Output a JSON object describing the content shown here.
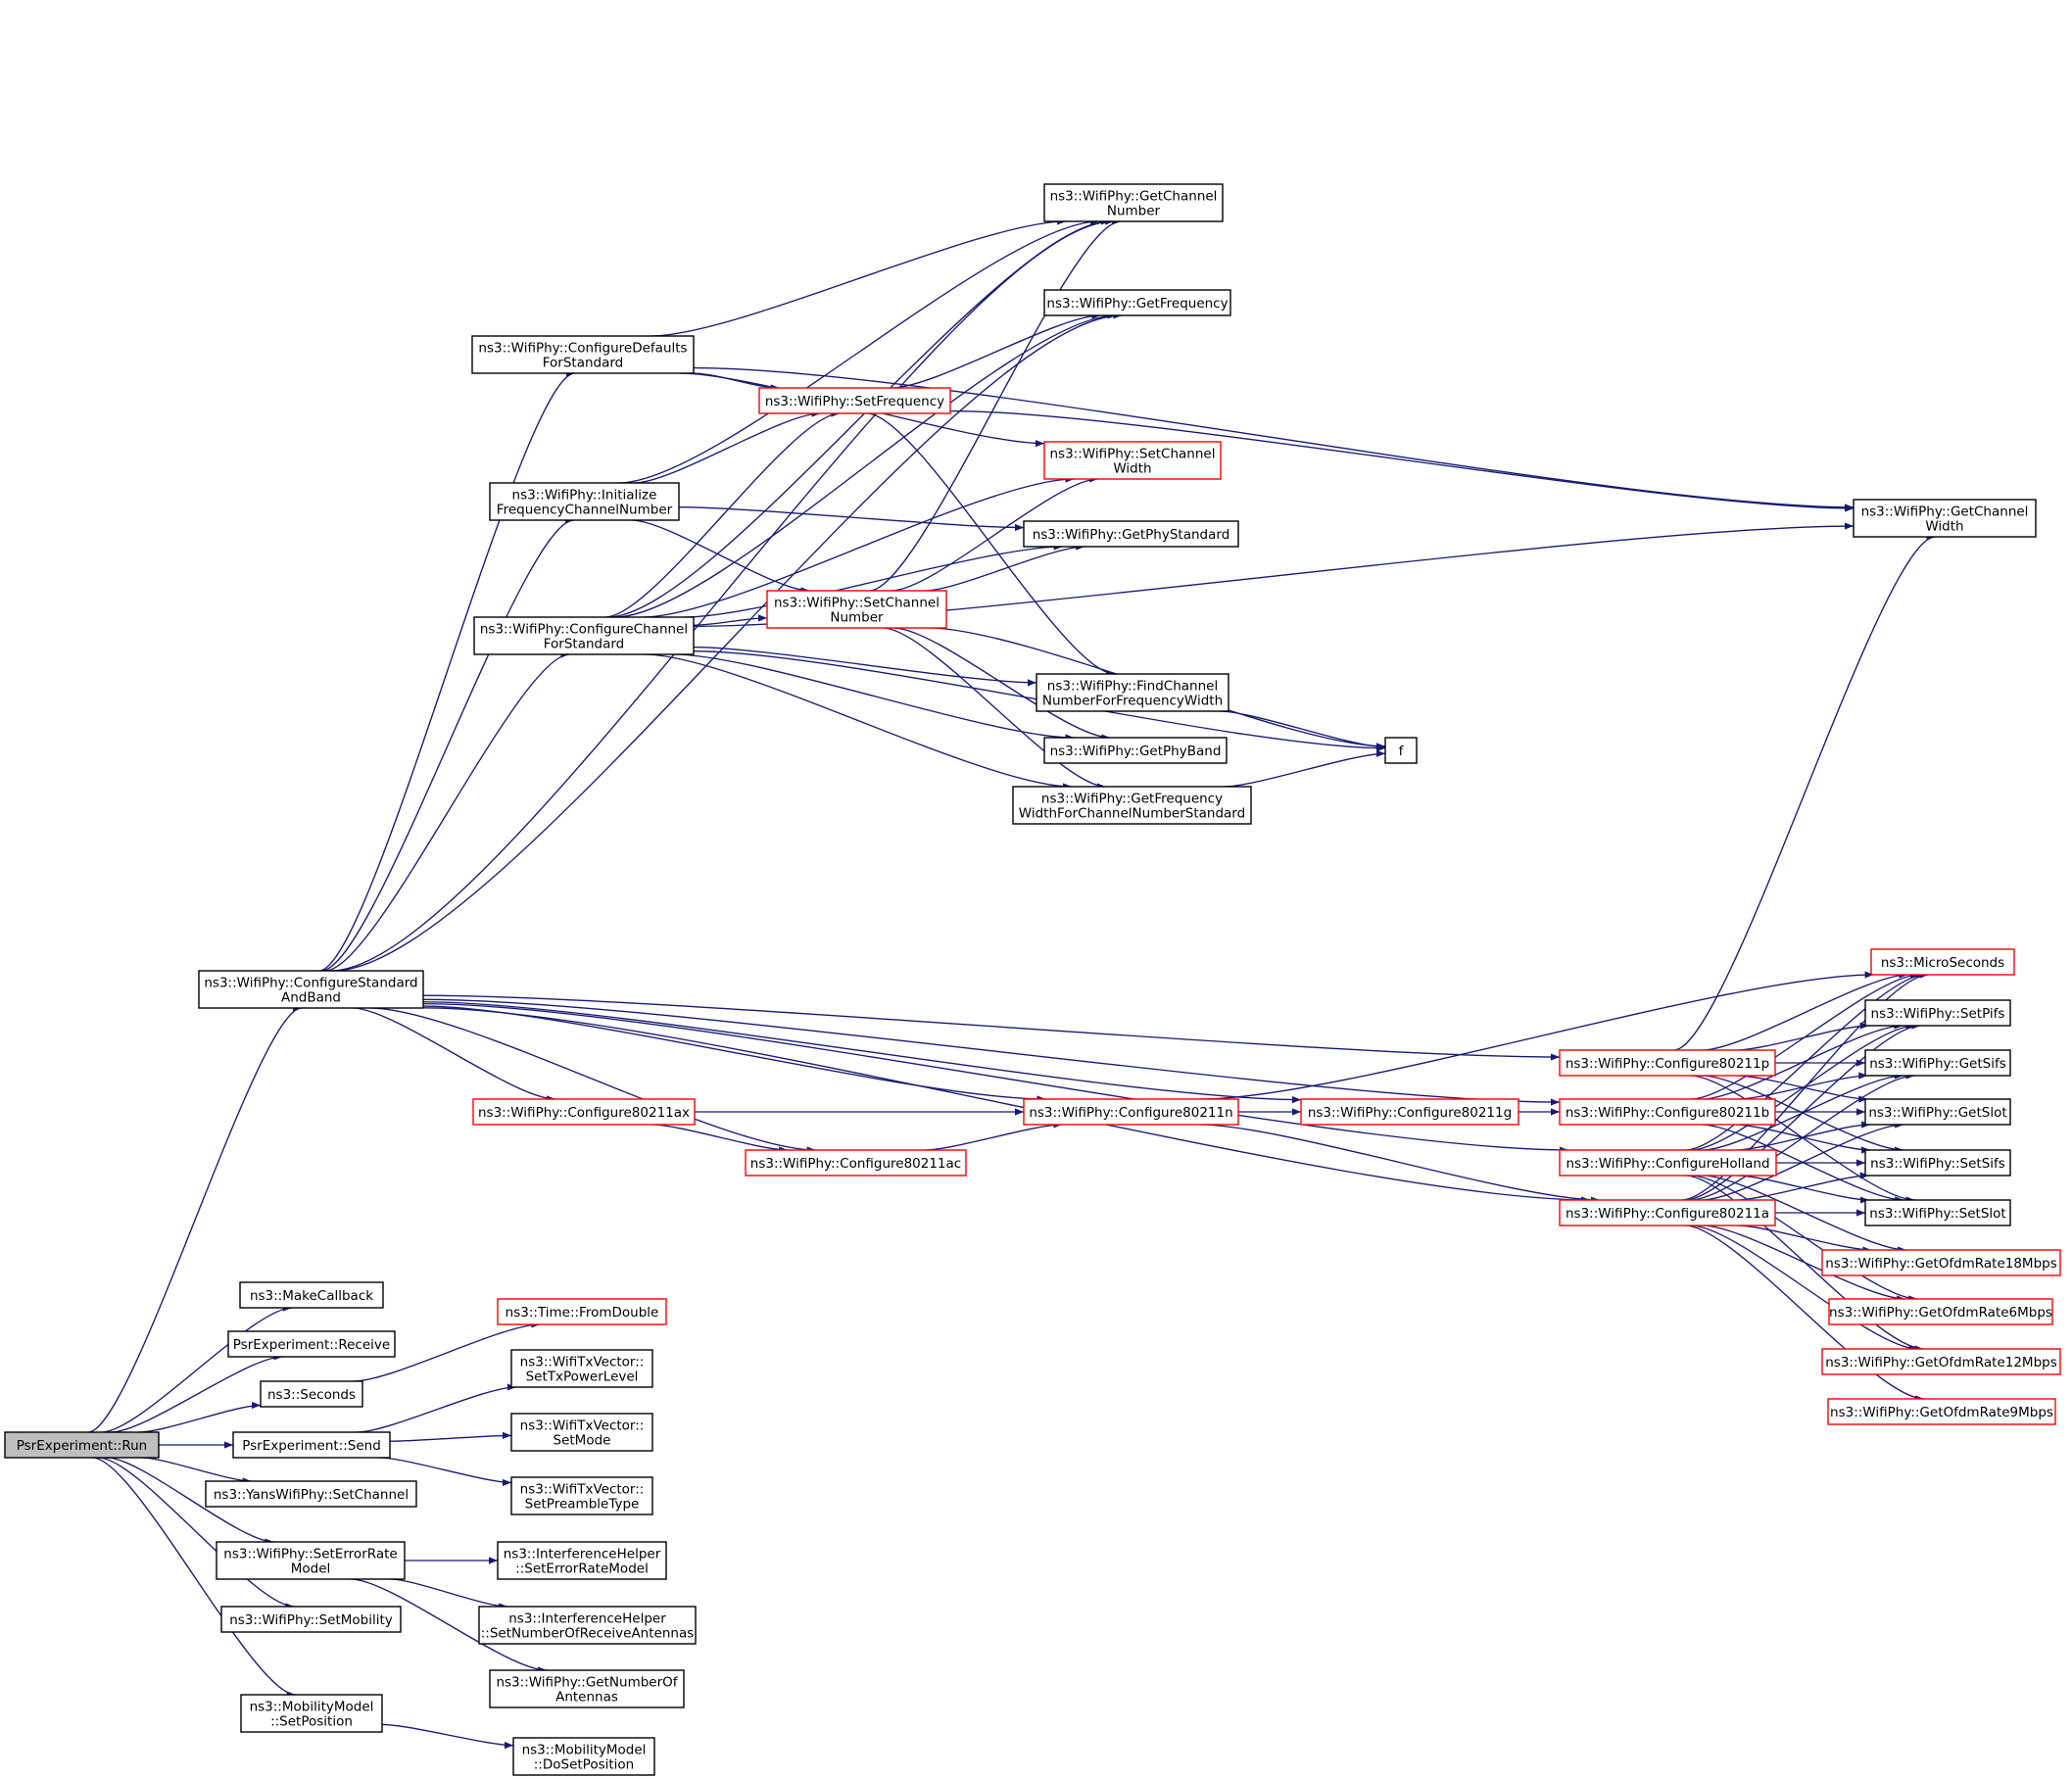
{
  "title": "",
  "colors": {
    "edge": "#191970",
    "node_border": "#000000",
    "truncated_node_border": "#ff0000",
    "root_fill": "#bfbfbf",
    "background": "#ffffff"
  },
  "nodes": [
    {
      "id": "run",
      "lines": [
        "PsrExperiment::Run"
      ],
      "root": true
    },
    {
      "id": "csab",
      "lines": [
        "ns3::WifiPhy::ConfigureStandard",
        "AndBand"
      ]
    },
    {
      "id": "cdfs",
      "lines": [
        "ns3::WifiPhy::ConfigureDefaults",
        "ForStandard"
      ]
    },
    {
      "id": "ifcn",
      "lines": [
        "ns3::WifiPhy::Initialize",
        "FrequencyChannelNumber"
      ]
    },
    {
      "id": "ccfs",
      "lines": [
        "ns3::WifiPhy::ConfigureChannel",
        "ForStandard"
      ]
    },
    {
      "id": "gcn",
      "lines": [
        "ns3::WifiPhy::GetChannel",
        "Number"
      ]
    },
    {
      "id": "gfreq",
      "lines": [
        "ns3::WifiPhy::GetFrequency"
      ]
    },
    {
      "id": "sfreq",
      "lines": [
        "ns3::WifiPhy::SetFrequency"
      ],
      "truncated": true
    },
    {
      "id": "scw",
      "lines": [
        "ns3::WifiPhy::SetChannel",
        "Width"
      ],
      "truncated": true
    },
    {
      "id": "gps",
      "lines": [
        "ns3::WifiPhy::GetPhyStandard"
      ]
    },
    {
      "id": "scn",
      "lines": [
        "ns3::WifiPhy::SetChannel",
        "Number"
      ],
      "truncated": true
    },
    {
      "id": "fcnfw",
      "lines": [
        "ns3::WifiPhy::FindChannel",
        "NumberForFrequencyWidth"
      ]
    },
    {
      "id": "gpb",
      "lines": [
        "ns3::WifiPhy::GetPhyBand"
      ]
    },
    {
      "id": "gfwcns",
      "lines": [
        "ns3::WifiPhy::GetFrequency",
        "WidthForChannelNumberStandard"
      ]
    },
    {
      "id": "f",
      "lines": [
        "f"
      ]
    },
    {
      "id": "gcw",
      "lines": [
        "ns3::WifiPhy::GetChannel",
        "Width"
      ]
    },
    {
      "id": "c11ax",
      "lines": [
        "ns3::WifiPhy::Configure80211ax"
      ],
      "truncated": true
    },
    {
      "id": "c11ac",
      "lines": [
        "ns3::WifiPhy::Configure80211ac"
      ],
      "truncated": true
    },
    {
      "id": "c11n",
      "lines": [
        "ns3::WifiPhy::Configure80211n"
      ],
      "truncated": true
    },
    {
      "id": "c11g",
      "lines": [
        "ns3::WifiPhy::Configure80211g"
      ],
      "truncated": true
    },
    {
      "id": "c11p",
      "lines": [
        "ns3::WifiPhy::Configure80211p"
      ],
      "truncated": true
    },
    {
      "id": "c11b",
      "lines": [
        "ns3::WifiPhy::Configure80211b"
      ],
      "truncated": true
    },
    {
      "id": "chol",
      "lines": [
        "ns3::WifiPhy::ConfigureHolland"
      ],
      "truncated": true
    },
    {
      "id": "c11a",
      "lines": [
        "ns3::WifiPhy::Configure80211a"
      ],
      "truncated": true
    },
    {
      "id": "micro",
      "lines": [
        "ns3::MicroSeconds"
      ],
      "truncated": true
    },
    {
      "id": "spifs",
      "lines": [
        "ns3::WifiPhy::SetPifs"
      ]
    },
    {
      "id": "gsifs",
      "lines": [
        "ns3::WifiPhy::GetSifs"
      ]
    },
    {
      "id": "gslot",
      "lines": [
        "ns3::WifiPhy::GetSlot"
      ]
    },
    {
      "id": "ssifs",
      "lines": [
        "ns3::WifiPhy::SetSifs"
      ]
    },
    {
      "id": "sslot",
      "lines": [
        "ns3::WifiPhy::SetSlot"
      ]
    },
    {
      "id": "r18",
      "lines": [
        "ns3::WifiPhy::GetOfdmRate18Mbps"
      ],
      "truncated": true
    },
    {
      "id": "r6",
      "lines": [
        "ns3::WifiPhy::GetOfdmRate6Mbps"
      ],
      "truncated": true
    },
    {
      "id": "r12",
      "lines": [
        "ns3::WifiPhy::GetOfdmRate12Mbps"
      ],
      "truncated": true
    },
    {
      "id": "r9",
      "lines": [
        "ns3::WifiPhy::GetOfdmRate9Mbps"
      ],
      "truncated": true
    },
    {
      "id": "mcb",
      "lines": [
        "ns3::MakeCallback"
      ]
    },
    {
      "id": "recv",
      "lines": [
        "PsrExperiment::Receive"
      ]
    },
    {
      "id": "secs",
      "lines": [
        "ns3::Seconds"
      ]
    },
    {
      "id": "fromd",
      "lines": [
        "ns3::Time::FromDouble"
      ],
      "truncated": true
    },
    {
      "id": "send",
      "lines": [
        "PsrExperiment::Send"
      ]
    },
    {
      "id": "stxpl",
      "lines": [
        "ns3::WifiTxVector::",
        "SetTxPowerLevel"
      ]
    },
    {
      "id": "smode",
      "lines": [
        "ns3::WifiTxVector::",
        "SetMode"
      ]
    },
    {
      "id": "spt",
      "lines": [
        "ns3::WifiTxVector::",
        "SetPreambleType"
      ]
    },
    {
      "id": "ysch",
      "lines": [
        "ns3::YansWifiPhy::SetChannel"
      ]
    },
    {
      "id": "serm",
      "lines": [
        "ns3::WifiPhy::SetErrorRate",
        "Model"
      ]
    },
    {
      "id": "ihserm",
      "lines": [
        "ns3::InterferenceHelper",
        "::SetErrorRateModel"
      ]
    },
    {
      "id": "ihsnra",
      "lines": [
        "ns3::InterferenceHelper",
        "::SetNumberOfReceiveAntennas"
      ]
    },
    {
      "id": "gnoa",
      "lines": [
        "ns3::WifiPhy::GetNumberOf",
        "Antennas"
      ]
    },
    {
      "id": "smob",
      "lines": [
        "ns3::WifiPhy::SetMobility"
      ]
    },
    {
      "id": "mmsp",
      "lines": [
        "ns3::MobilityModel",
        "::SetPosition"
      ]
    },
    {
      "id": "mmdsp",
      "lines": [
        "ns3::MobilityModel",
        "::DoSetPosition"
      ]
    }
  ],
  "edges": [
    [
      "run",
      "csab"
    ],
    [
      "run",
      "mcb"
    ],
    [
      "run",
      "recv"
    ],
    [
      "run",
      "secs"
    ],
    [
      "run",
      "send"
    ],
    [
      "run",
      "ysch"
    ],
    [
      "run",
      "serm"
    ],
    [
      "run",
      "smob"
    ],
    [
      "run",
      "mmsp"
    ],
    [
      "csab",
      "cdfs"
    ],
    [
      "csab",
      "ifcn"
    ],
    [
      "csab",
      "ccfs"
    ],
    [
      "csab",
      "gcn"
    ],
    [
      "csab",
      "gfreq"
    ],
    [
      "csab",
      "c11ax"
    ],
    [
      "csab",
      "c11ac"
    ],
    [
      "csab",
      "c11n"
    ],
    [
      "csab",
      "c11g"
    ],
    [
      "csab",
      "c11p"
    ],
    [
      "csab",
      "c11b"
    ],
    [
      "csab",
      "chol"
    ],
    [
      "csab",
      "c11a"
    ],
    [
      "cdfs",
      "gcn"
    ],
    [
      "cdfs",
      "sfreq"
    ],
    [
      "cdfs",
      "scw"
    ],
    [
      "cdfs",
      "gcw"
    ],
    [
      "ifcn",
      "gcn"
    ],
    [
      "ifcn",
      "sfreq"
    ],
    [
      "ifcn",
      "gps"
    ],
    [
      "ifcn",
      "scn"
    ],
    [
      "ccfs",
      "gcn"
    ],
    [
      "ccfs",
      "gfreq"
    ],
    [
      "ccfs",
      "sfreq"
    ],
    [
      "ccfs",
      "scw"
    ],
    [
      "ccfs",
      "gps"
    ],
    [
      "ccfs",
      "scn"
    ],
    [
      "ccfs",
      "gcw"
    ],
    [
      "ccfs",
      "fcnfw"
    ],
    [
      "ccfs",
      "gpb"
    ],
    [
      "ccfs",
      "gfwcns"
    ],
    [
      "ccfs",
      "f"
    ],
    [
      "sfreq",
      "gfreq"
    ],
    [
      "sfreq",
      "gcw"
    ],
    [
      "sfreq",
      "fcnfw"
    ],
    [
      "scn",
      "gcn"
    ],
    [
      "scn",
      "scw"
    ],
    [
      "scn",
      "gps"
    ],
    [
      "scn",
      "gpb"
    ],
    [
      "scn",
      "gfwcns"
    ],
    [
      "scn",
      "f"
    ],
    [
      "fcnfw",
      "f"
    ],
    [
      "gfwcns",
      "f"
    ],
    [
      "c11ax",
      "c11n"
    ],
    [
      "c11ax",
      "c11ac"
    ],
    [
      "c11ac",
      "c11n"
    ],
    [
      "c11n",
      "c11g"
    ],
    [
      "c11n",
      "c11a"
    ],
    [
      "c11n",
      "micro"
    ],
    [
      "c11g",
      "c11b"
    ],
    [
      "c11p",
      "gcw"
    ],
    [
      "c11p",
      "micro"
    ],
    [
      "c11p",
      "spifs"
    ],
    [
      "c11p",
      "gsifs"
    ],
    [
      "c11p",
      "gslot"
    ],
    [
      "c11p",
      "ssifs"
    ],
    [
      "c11p",
      "sslot"
    ],
    [
      "c11b",
      "micro"
    ],
    [
      "c11b",
      "spifs"
    ],
    [
      "c11b",
      "gsifs"
    ],
    [
      "c11b",
      "gslot"
    ],
    [
      "c11b",
      "ssifs"
    ],
    [
      "c11b",
      "sslot"
    ],
    [
      "chol",
      "micro"
    ],
    [
      "chol",
      "spifs"
    ],
    [
      "chol",
      "gsifs"
    ],
    [
      "chol",
      "gslot"
    ],
    [
      "chol",
      "ssifs"
    ],
    [
      "chol",
      "sslot"
    ],
    [
      "chol",
      "r18"
    ],
    [
      "chol",
      "r6"
    ],
    [
      "chol",
      "r12"
    ],
    [
      "c11a",
      "micro"
    ],
    [
      "c11a",
      "spifs"
    ],
    [
      "c11a",
      "gsifs"
    ],
    [
      "c11a",
      "gslot"
    ],
    [
      "c11a",
      "ssifs"
    ],
    [
      "c11a",
      "sslot"
    ],
    [
      "c11a",
      "r18"
    ],
    [
      "c11a",
      "r6"
    ],
    [
      "c11a",
      "r12"
    ],
    [
      "c11a",
      "r9"
    ],
    [
      "secs",
      "fromd"
    ],
    [
      "send",
      "stxpl"
    ],
    [
      "send",
      "smode"
    ],
    [
      "send",
      "spt"
    ],
    [
      "serm",
      "ihserm"
    ],
    [
      "serm",
      "ihsnra"
    ],
    [
      "serm",
      "gnoa"
    ],
    [
      "mmsp",
      "mmdsp"
    ]
  ]
}
